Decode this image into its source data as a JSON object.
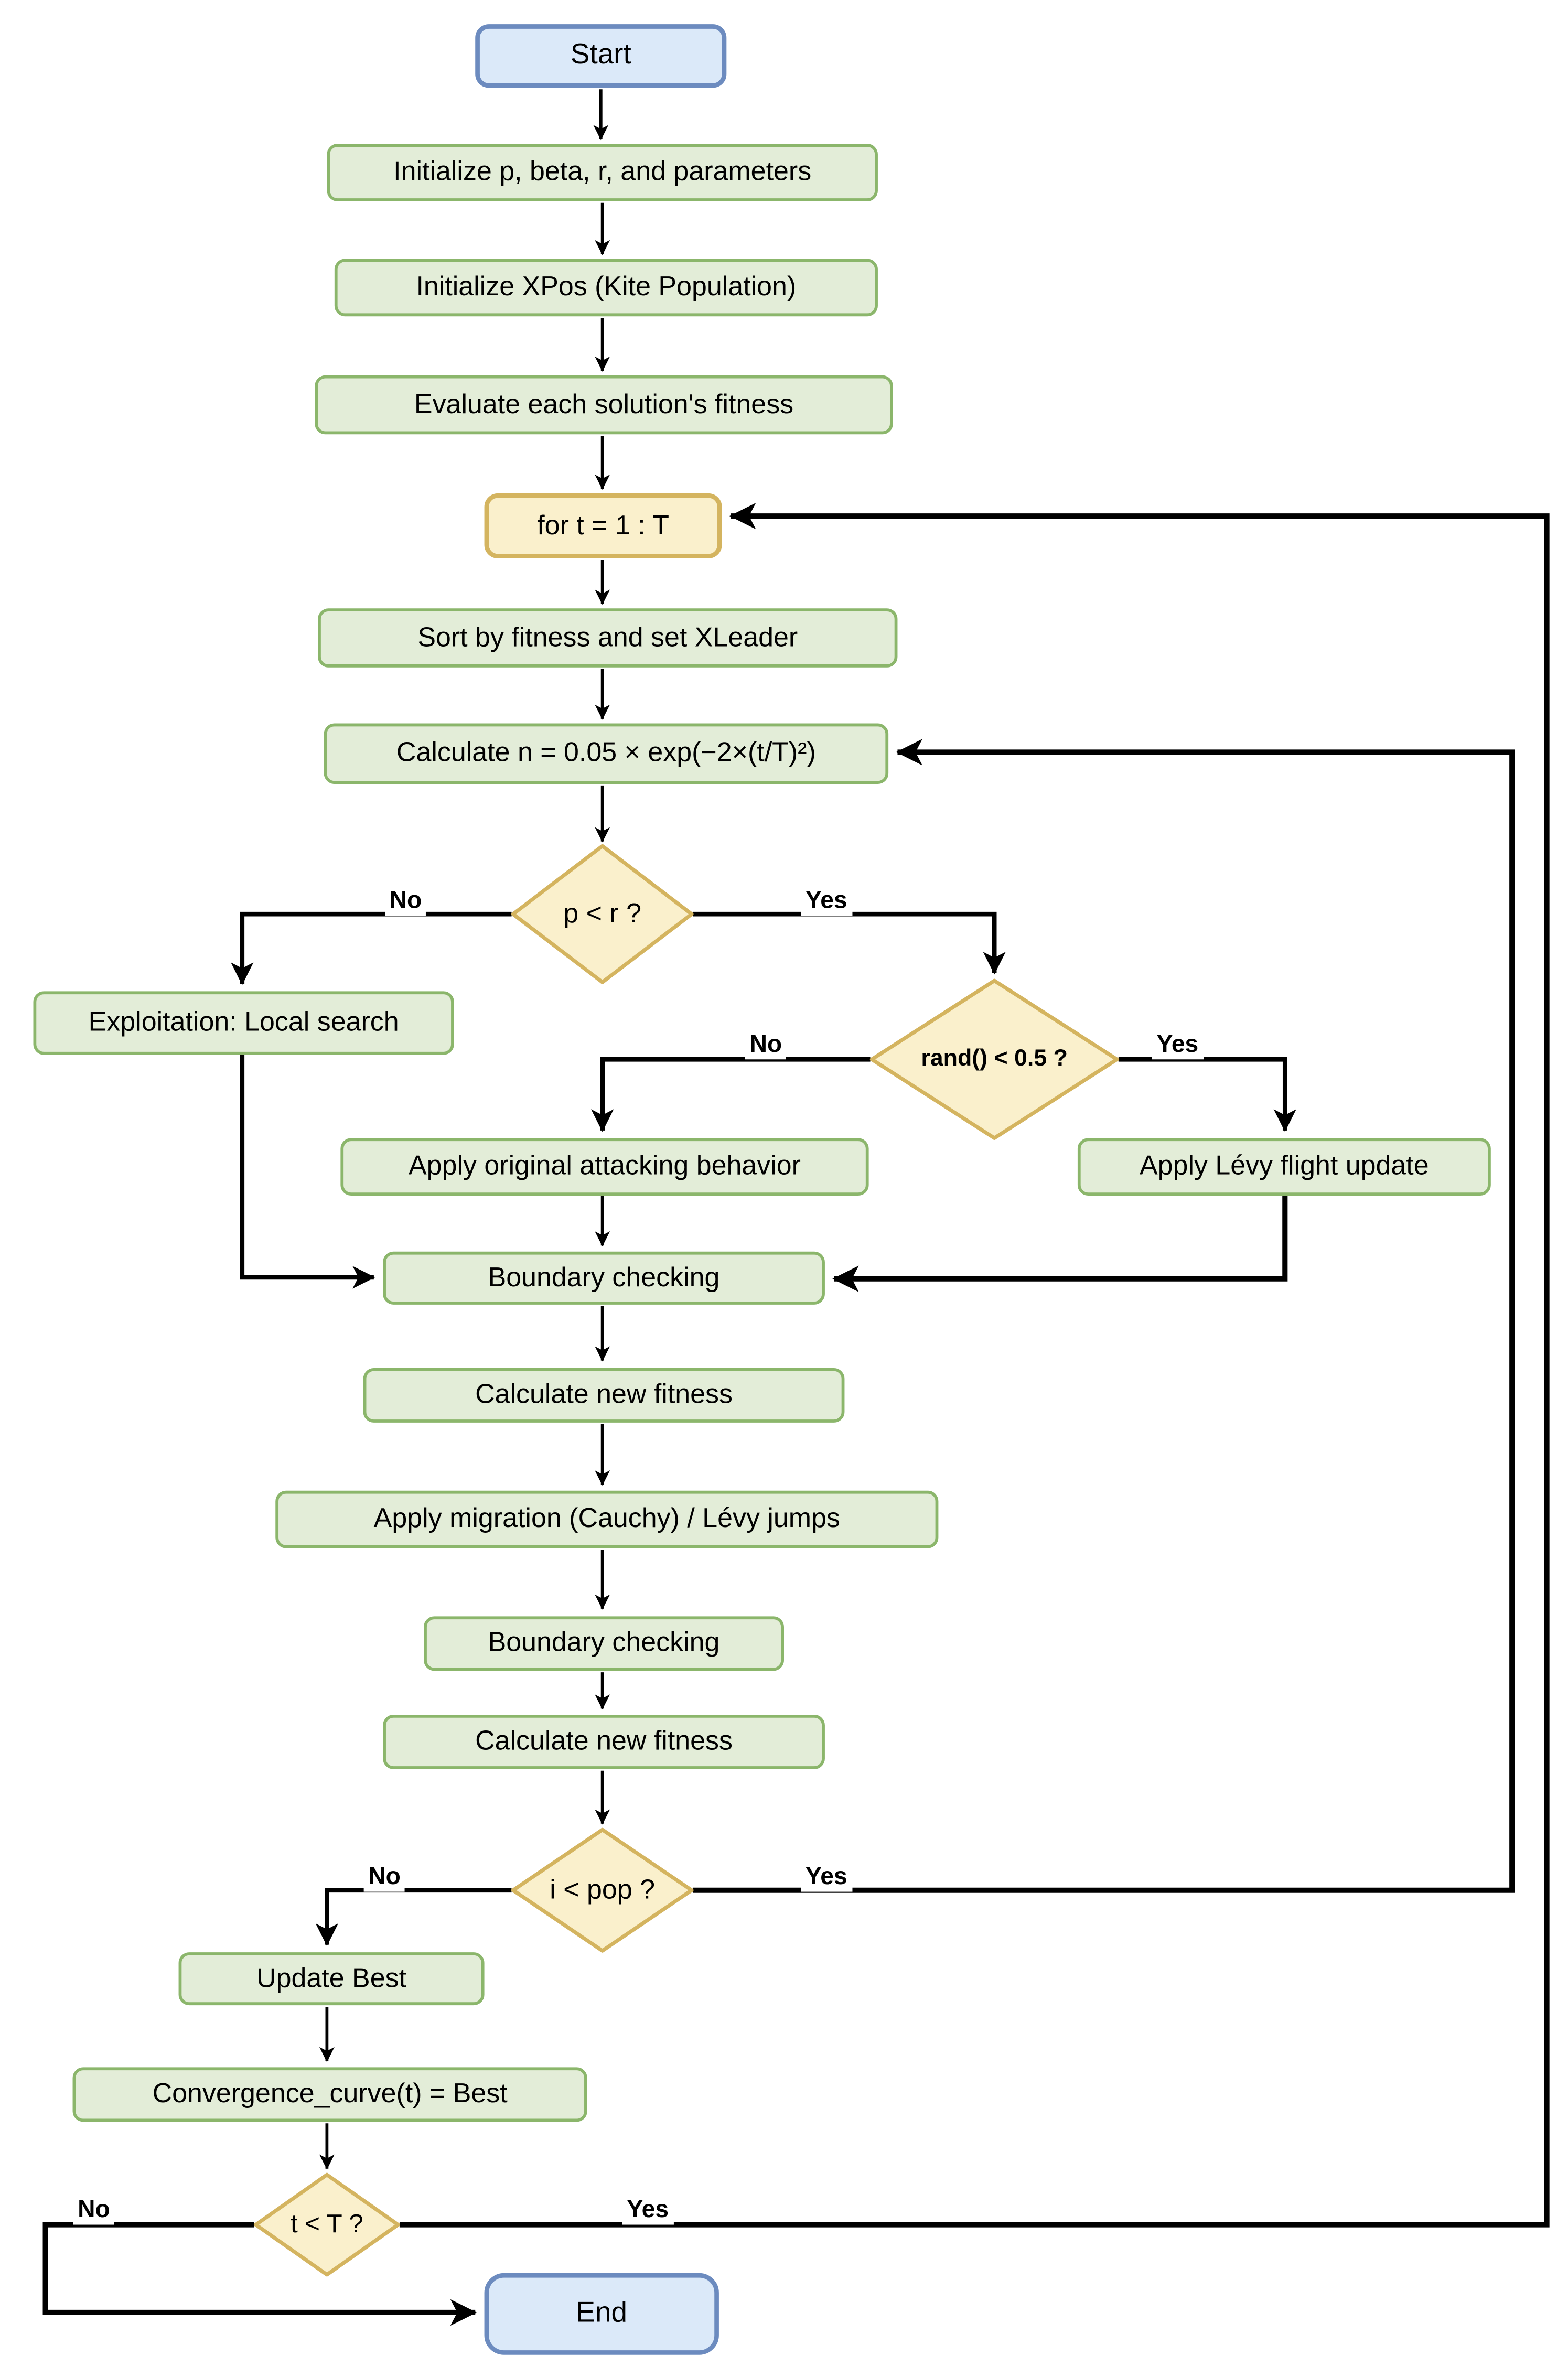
{
  "diagram": {
    "description": "Kite optimization algorithm flowchart",
    "colors": {
      "process_fill": "#e3edd8",
      "process_border": "#8bb66b",
      "decision_fill": "#faf0cc",
      "decision_border": "#d4b45f",
      "terminal_fill": "#dbe9f9",
      "terminal_border": "#6c8bbf",
      "line": "#000000",
      "background": "#ffffff"
    },
    "nodes": {
      "start": {
        "type": "terminal",
        "label": "Start"
      },
      "init_params": {
        "type": "process",
        "label": "Initialize p, beta, r, and parameters"
      },
      "init_xpos": {
        "type": "process",
        "label": "Initialize XPos (Kite Population)"
      },
      "eval_fitness": {
        "type": "process",
        "label": "Evaluate each solution's fitness"
      },
      "for_loop": {
        "type": "loop",
        "label": "for t = 1 : T"
      },
      "sort_fitness": {
        "type": "process",
        "label": "Sort by fitness and set XLeader"
      },
      "calc_n": {
        "type": "process",
        "label": "Calculate n = 0.05 × exp(−2×(t/T)²)"
      },
      "p_lt_r": {
        "type": "decision",
        "label": "p < r ?"
      },
      "exploitation": {
        "type": "process",
        "label": "Exploitation: Local search"
      },
      "rand_half": {
        "type": "decision",
        "label": "rand() < 0.5 ?"
      },
      "attack": {
        "type": "process",
        "label": "Apply original attacking behavior"
      },
      "levy": {
        "type": "process",
        "label": "Apply Lévy flight update"
      },
      "boundary1": {
        "type": "process",
        "label": "Boundary checking"
      },
      "fitness1": {
        "type": "process",
        "label": "Calculate new fitness"
      },
      "migration": {
        "type": "process",
        "label": "Apply migration (Cauchy) / Lévy jumps"
      },
      "boundary2": {
        "type": "process",
        "label": "Boundary checking"
      },
      "fitness2": {
        "type": "process",
        "label": "Calculate new fitness"
      },
      "i_lt_pop": {
        "type": "decision",
        "label": "i < pop ?"
      },
      "update_best": {
        "type": "process",
        "label": "Update Best"
      },
      "convergence": {
        "type": "process",
        "label": "Convergence_curve(t) = Best"
      },
      "t_lt_T": {
        "type": "decision",
        "label": "t < T ?"
      },
      "end": {
        "type": "terminal",
        "label": "End"
      }
    },
    "edge_labels": {
      "p_no": "No",
      "p_yes": "Yes",
      "rand_no": "No",
      "rand_yes": "Yes",
      "i_no": "No",
      "i_yes": "Yes",
      "t_no": "No",
      "t_yes": "Yes"
    }
  }
}
